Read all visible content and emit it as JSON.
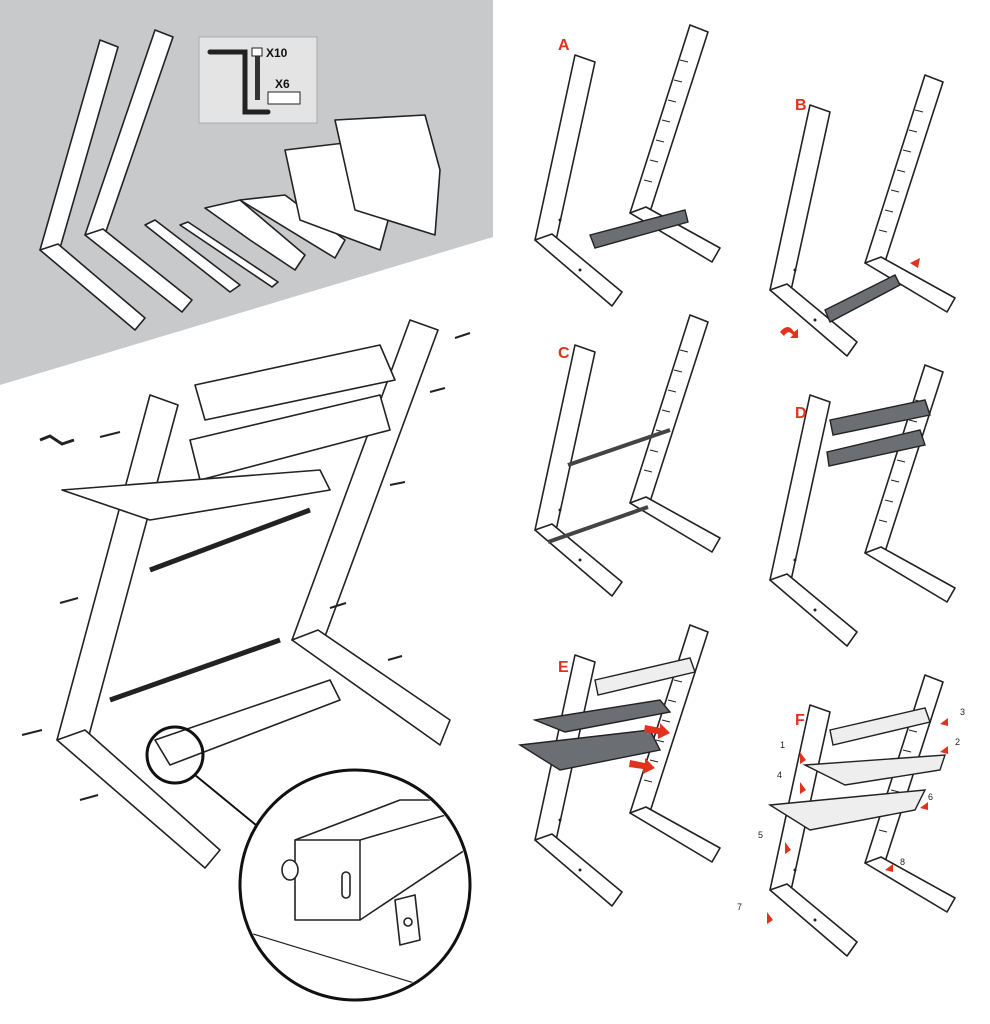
{
  "hardware": {
    "bolt_qty": "X10",
    "nut_qty": "X6"
  },
  "steps": [
    {
      "letter": "A"
    },
    {
      "letter": "B"
    },
    {
      "letter": "C"
    },
    {
      "letter": "D"
    },
    {
      "letter": "E"
    },
    {
      "letter": "F"
    }
  ],
  "final_step_order": [
    "1",
    "2",
    "3",
    "4",
    "5",
    "6",
    "7",
    "8"
  ],
  "colors": {
    "accent": "#e0321c",
    "background_band": "#c8c9cb",
    "dark_part": "#6b6e72"
  }
}
